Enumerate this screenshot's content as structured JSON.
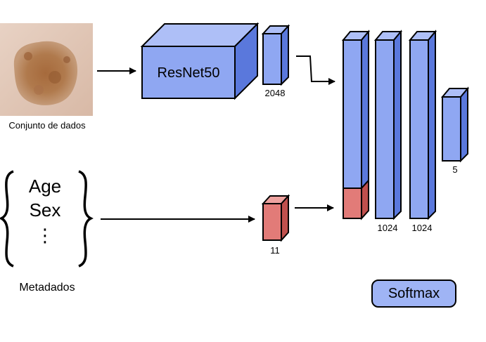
{
  "image_label": "Conjunto de dados",
  "backbone": {
    "label": "ResNet50",
    "output_size": "2048"
  },
  "metadata": {
    "items": [
      "Age",
      "Sex",
      "⋮"
    ],
    "label": "Metadados",
    "vector_size": "11"
  },
  "dense_layers": [
    {
      "size": "1024"
    },
    {
      "size": "1024"
    },
    {
      "size": "5"
    }
  ],
  "activation": "Softmax",
  "colors": {
    "block_front": "#8fa7f2",
    "block_top": "#aebff7",
    "block_side": "#5a78dc",
    "meta_front": "#e27b78",
    "meta_top": "#eea3a0",
    "meta_side": "#c0504d",
    "softmax_bg": "#9fb4f5",
    "stroke": "#000000"
  }
}
